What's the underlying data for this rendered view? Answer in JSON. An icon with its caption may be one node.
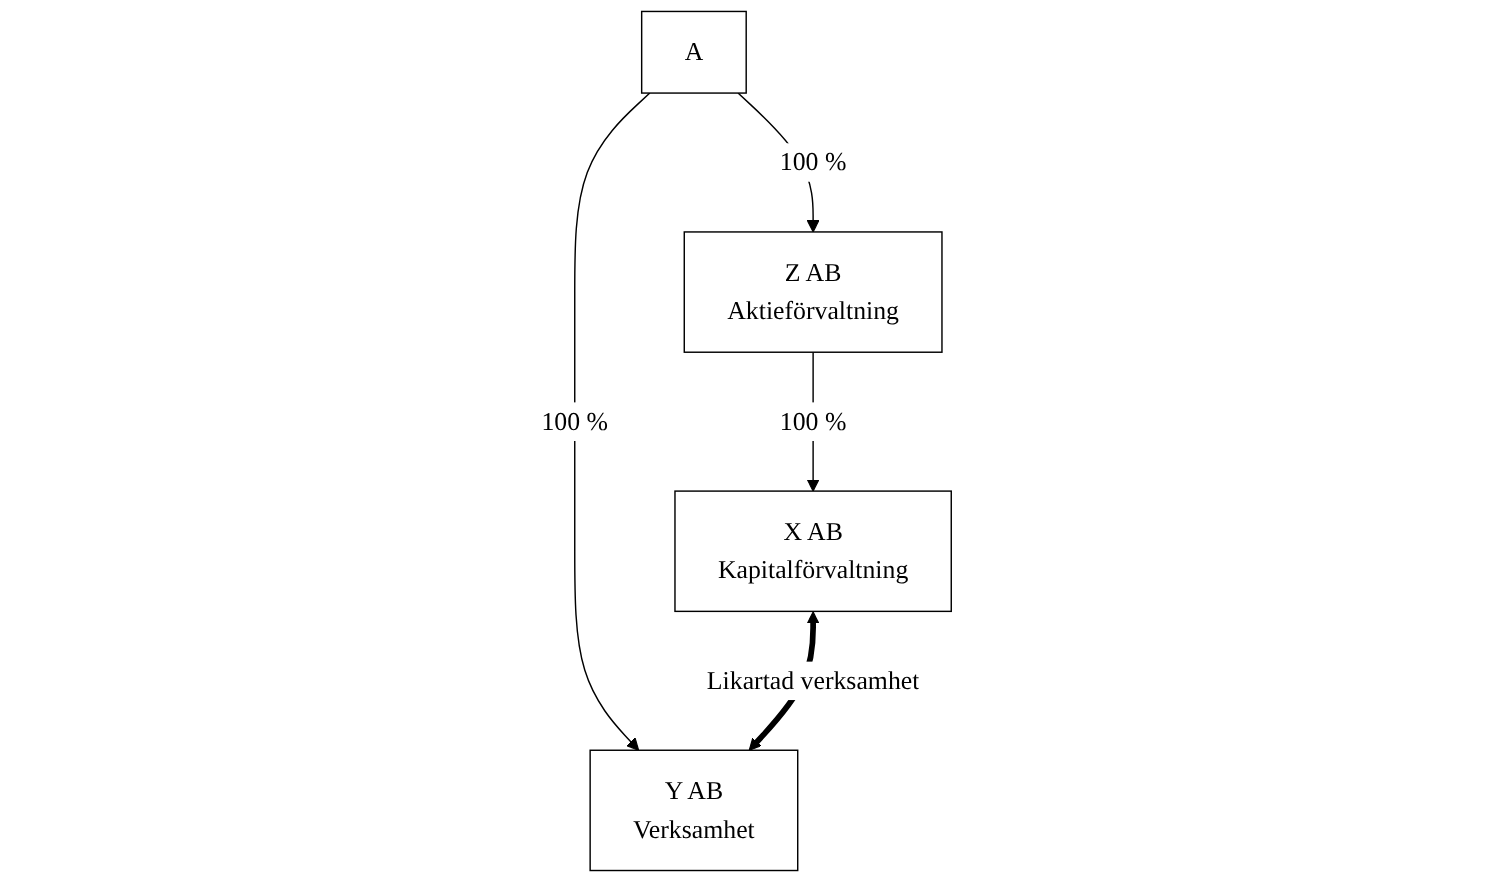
{
  "diagram": {
    "nodes": [
      {
        "text": [
          "A"
        ]
      },
      {
        "text": [
          "Z AB",
          "Aktieförvaltning"
        ]
      },
      {
        "text": [
          "X AB",
          "Kapitalförvaltning"
        ]
      },
      {
        "text": [
          "Y AB",
          "Verksamhet"
        ]
      }
    ],
    "edges": [
      {
        "from": 0,
        "to": 1,
        "arrow": "to",
        "label": "100 %"
      },
      {
        "from": 0,
        "to": 3,
        "arrow": "to",
        "label": "100 %"
      },
      {
        "from": 1,
        "to": 2,
        "arrow": "to",
        "label": "100 %"
      },
      {
        "from": 2,
        "to": 3,
        "arrow": "both",
        "label": "Likartad verksamhet",
        "style": "thick"
      }
    ]
  }
}
